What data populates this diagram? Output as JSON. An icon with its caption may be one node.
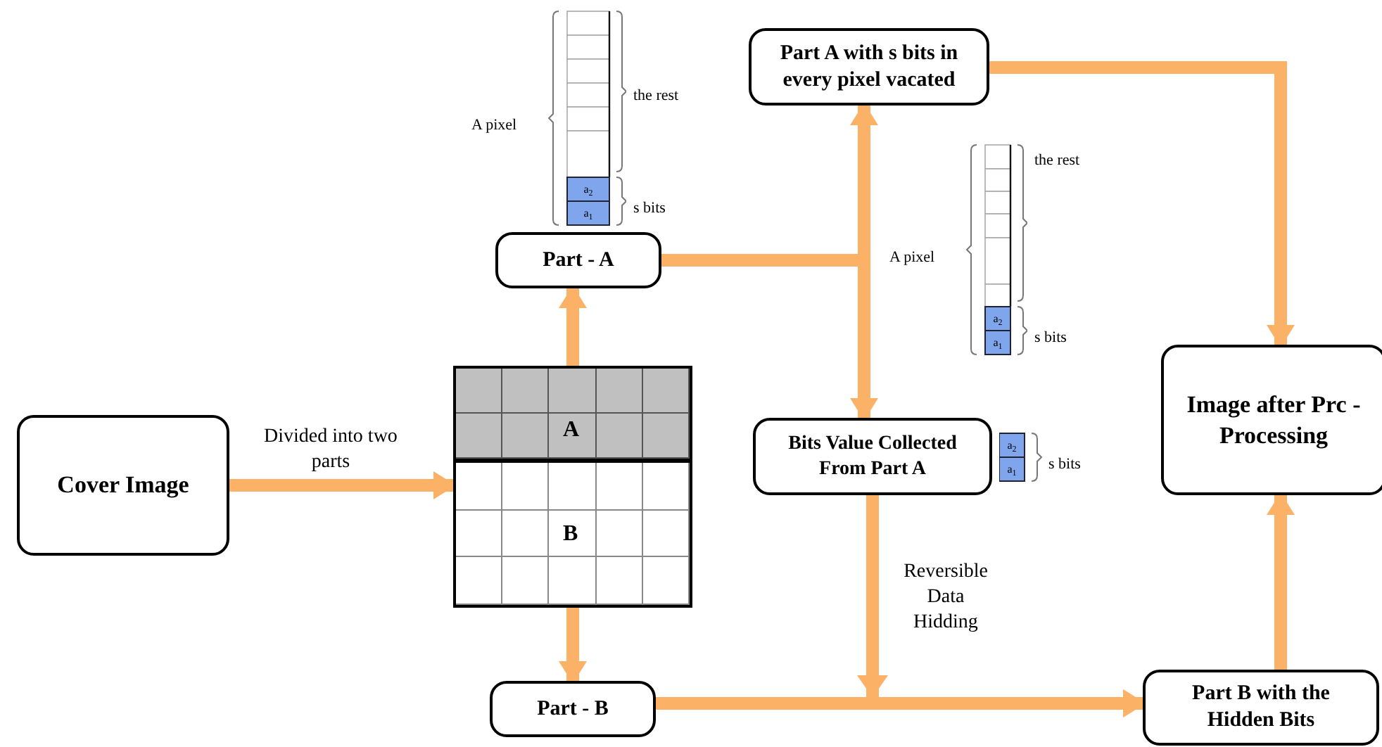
{
  "diagram": {
    "nodes": [
      {
        "text": [
          "Cover Image"
        ]
      },
      {
        "text": [
          "A",
          "B"
        ]
      },
      {
        "text": [
          "Part - A"
        ]
      },
      {
        "text": [
          "Part - B"
        ]
      },
      {
        "text": [
          "Part A with s bits in every pixel vacated"
        ]
      },
      {
        "text": [
          "Bits Value Collected From Part A"
        ]
      },
      {
        "text": [
          "Image after Prc - Processing"
        ]
      },
      {
        "text": [
          "Part B with the Hidden Bits"
        ]
      }
    ],
    "edges": [
      {
        "from": 0,
        "to": 1,
        "arrow": "to",
        "label": "Divided into two parts"
      },
      {
        "from": 1,
        "to": 2,
        "arrow": "to"
      },
      {
        "from": 1,
        "to": 3,
        "arrow": "to"
      },
      {
        "from": 2,
        "to": 4,
        "arrow": "to"
      },
      {
        "from": 2,
        "to": 5,
        "arrow": "to"
      },
      {
        "from": 4,
        "to": 6,
        "arrow": "to"
      },
      {
        "from": 5,
        "to": 7,
        "arrow": "to",
        "label": "Reversible Data Hidding"
      },
      {
        "from": 3,
        "to": 7,
        "arrow": "to"
      },
      {
        "from": 7,
        "to": 6,
        "arrow": "to"
      }
    ],
    "labels": [
      "A pixel",
      "the rest",
      "a$_{2}$",
      "a$_{1}$",
      "s bits",
      "A pixel",
      "the rest",
      "a$_{2}$",
      "a$_{1}$",
      "s bits",
      "a$_{2}$",
      "a$_{1}$",
      "s bits"
    ]
  }
}
